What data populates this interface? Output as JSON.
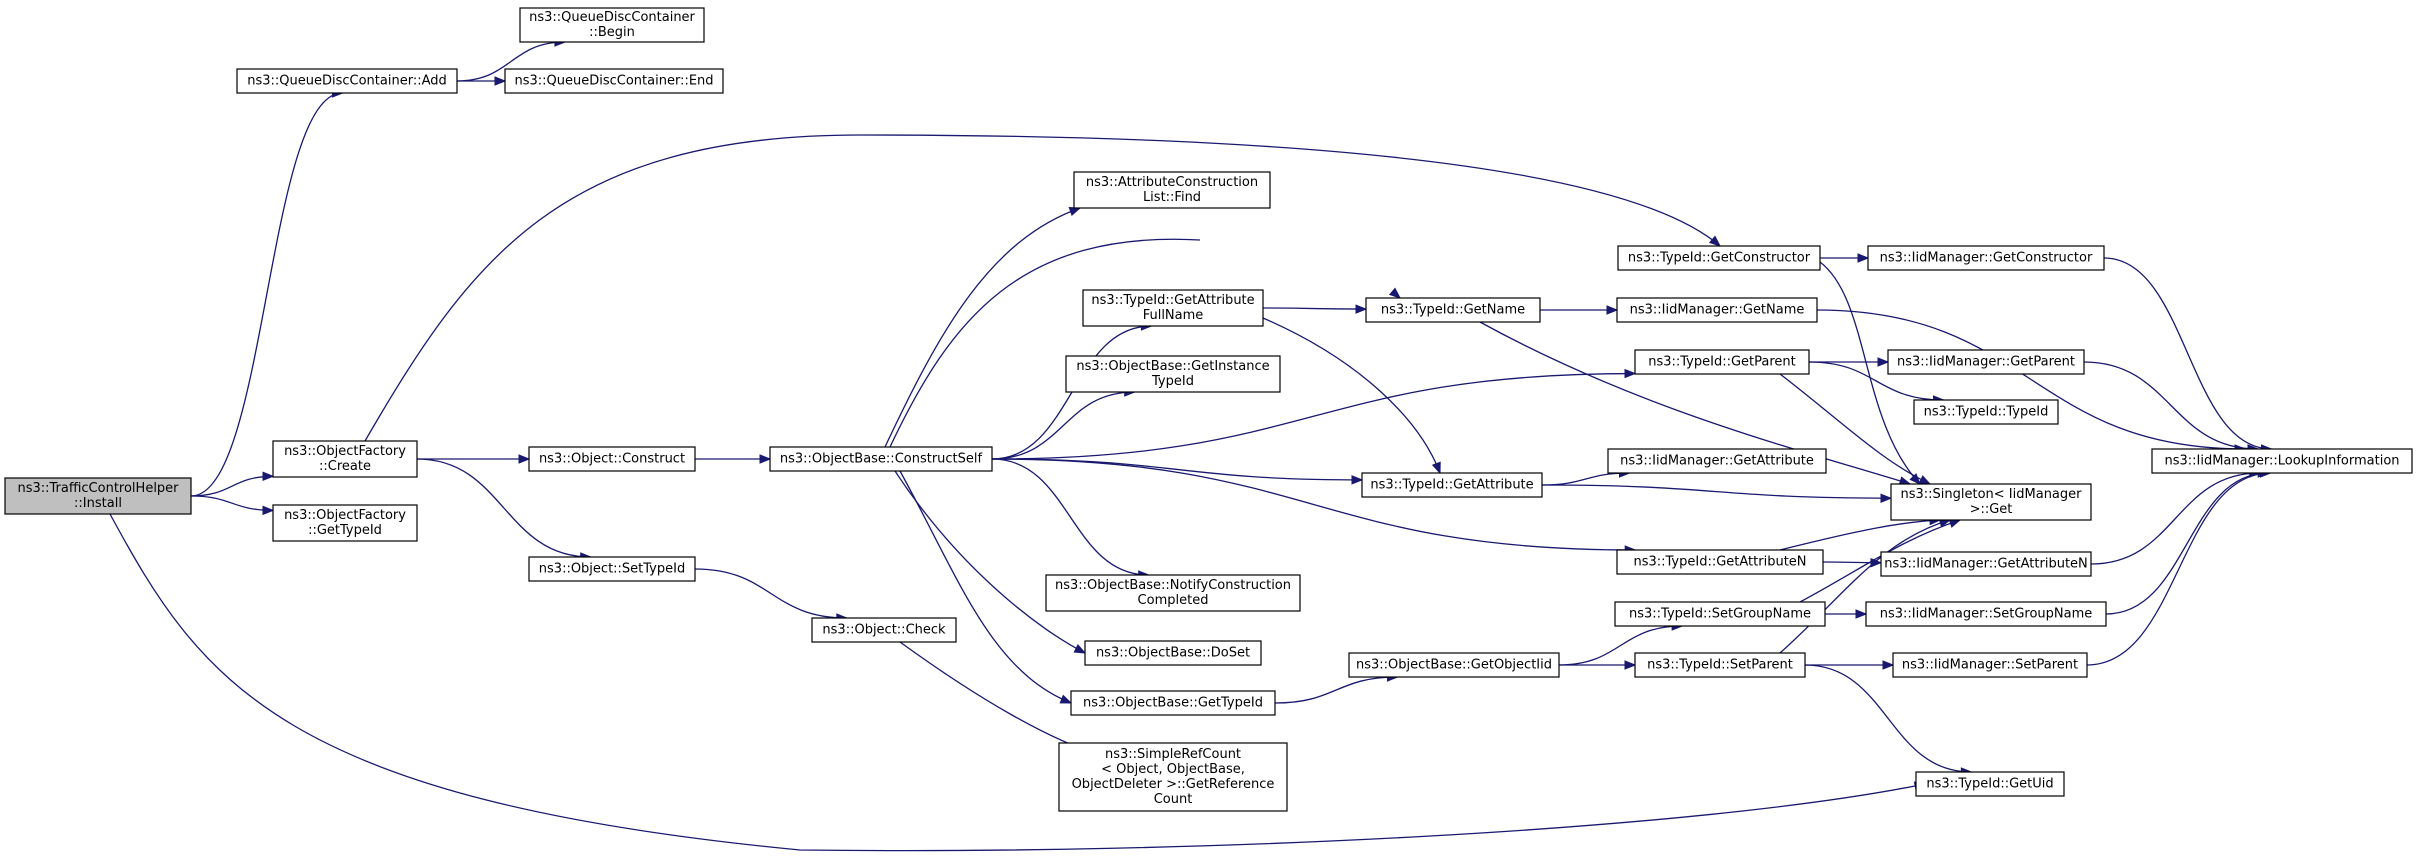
{
  "colors": {
    "edge": "#191970",
    "root_fill": "#bfbfbf",
    "node_fill": "#ffffff",
    "node_stroke": "#000000"
  },
  "nodes": [
    {
      "id": "root",
      "lines": [
        "ns3::TrafficControlHelper",
        "::Install"
      ],
      "root": true
    },
    {
      "id": "qdcAdd",
      "lines": [
        "ns3::QueueDiscContainer::Add"
      ]
    },
    {
      "id": "qdcBegin",
      "lines": [
        "ns3::QueueDiscContainer",
        "::Begin"
      ]
    },
    {
      "id": "qdcEnd",
      "lines": [
        "ns3::QueueDiscContainer::End"
      ]
    },
    {
      "id": "ofCreate",
      "lines": [
        "ns3::ObjectFactory",
        "::Create"
      ]
    },
    {
      "id": "ofGetTypeId",
      "lines": [
        "ns3::ObjectFactory",
        "::GetTypeId"
      ]
    },
    {
      "id": "objConstruct",
      "lines": [
        "ns3::Object::Construct"
      ]
    },
    {
      "id": "objSetTypeId",
      "lines": [
        "ns3::Object::SetTypeId"
      ]
    },
    {
      "id": "objCheck",
      "lines": [
        "ns3::Object::Check"
      ]
    },
    {
      "id": "obConstructSelf",
      "lines": [
        "ns3::ObjectBase::ConstructSelf"
      ]
    },
    {
      "id": "aclFind",
      "lines": [
        "ns3::AttributeConstruction",
        "List::Find"
      ]
    },
    {
      "id": "tidAttrFullName",
      "lines": [
        "ns3::TypeId::GetAttribute",
        "FullName"
      ]
    },
    {
      "id": "obGetInstanceTypeId",
      "lines": [
        "ns3::ObjectBase::GetInstance",
        "TypeId"
      ]
    },
    {
      "id": "obNotify",
      "lines": [
        "ns3::ObjectBase::NotifyConstruction",
        "Completed"
      ]
    },
    {
      "id": "obDoSet",
      "lines": [
        "ns3::ObjectBase::DoSet"
      ]
    },
    {
      "id": "obGetTypeId",
      "lines": [
        "ns3::ObjectBase::GetTypeId"
      ]
    },
    {
      "id": "srcGetRef",
      "lines": [
        "ns3::SimpleRefCount",
        "< Object, ObjectBase,",
        "ObjectDeleter >::GetReference",
        "Count"
      ]
    },
    {
      "id": "tidGetName",
      "lines": [
        "ns3::TypeId::GetName"
      ]
    },
    {
      "id": "tidGetAttribute",
      "lines": [
        "ns3::TypeId::GetAttribute"
      ]
    },
    {
      "id": "obGetObjectIid",
      "lines": [
        "ns3::ObjectBase::GetObjectIid"
      ]
    },
    {
      "id": "tidGetConstructor",
      "lines": [
        "ns3::TypeId::GetConstructor"
      ]
    },
    {
      "id": "tidGetParent",
      "lines": [
        "ns3::TypeId::GetParent"
      ]
    },
    {
      "id": "tidGetAttributeN",
      "lines": [
        "ns3::TypeId::GetAttributeN"
      ]
    },
    {
      "id": "tidSetGroupName",
      "lines": [
        "ns3::TypeId::SetGroupName"
      ]
    },
    {
      "id": "tidSetParent",
      "lines": [
        "ns3::TypeId::SetParent"
      ]
    },
    {
      "id": "iidGetConstructor",
      "lines": [
        "ns3::IidManager::GetConstructor"
      ]
    },
    {
      "id": "iidGetName",
      "lines": [
        "ns3::IidManager::GetName"
      ]
    },
    {
      "id": "iidGetParent",
      "lines": [
        "ns3::IidManager::GetParent"
      ]
    },
    {
      "id": "tidTypeId",
      "lines": [
        "ns3::TypeId::TypeId"
      ]
    },
    {
      "id": "iidGetAttribute",
      "lines": [
        "ns3::IidManager::GetAttribute"
      ]
    },
    {
      "id": "singletonGet",
      "lines": [
        "ns3::Singleton< IidManager",
        ">::Get"
      ]
    },
    {
      "id": "iidGetAttributeN",
      "lines": [
        "ns3::IidManager::GetAttributeN"
      ]
    },
    {
      "id": "iidSetGroupName",
      "lines": [
        "ns3::IidManager::SetGroupName"
      ]
    },
    {
      "id": "iidSetParent",
      "lines": [
        "ns3::IidManager::SetParent"
      ]
    },
    {
      "id": "tidGetUid",
      "lines": [
        "ns3::TypeId::GetUid"
      ]
    },
    {
      "id": "iidLookup",
      "lines": [
        "ns3::IidManager::LookupInformation"
      ]
    }
  ],
  "edges": [
    [
      "root",
      "qdcAdd"
    ],
    [
      "root",
      "ofCreate"
    ],
    [
      "root",
      "ofGetTypeId"
    ],
    [
      "root",
      "tidGetUid"
    ],
    [
      "qdcAdd",
      "qdcBegin"
    ],
    [
      "qdcAdd",
      "qdcEnd"
    ],
    [
      "ofCreate",
      "tidGetConstructor"
    ],
    [
      "ofCreate",
      "objConstruct"
    ],
    [
      "ofCreate",
      "objSetTypeId"
    ],
    [
      "objConstruct",
      "obConstructSelf"
    ],
    [
      "objSetTypeId",
      "objCheck"
    ],
    [
      "objCheck",
      "srcGetRef"
    ],
    [
      "obConstructSelf",
      "aclFind"
    ],
    [
      "obConstructSelf",
      "tidGetName"
    ],
    [
      "obConstructSelf",
      "tidAttrFullName"
    ],
    [
      "obConstructSelf",
      "obGetInstanceTypeId"
    ],
    [
      "obConstructSelf",
      "tidGetParent"
    ],
    [
      "obConstructSelf",
      "tidGetAttribute"
    ],
    [
      "obConstructSelf",
      "tidGetAttributeN"
    ],
    [
      "obConstructSelf",
      "obNotify"
    ],
    [
      "obConstructSelf",
      "obDoSet"
    ],
    [
      "obConstructSelf",
      "obGetTypeId"
    ],
    [
      "tidAttrFullName",
      "tidGetName"
    ],
    [
      "tidAttrFullName",
      "tidGetAttribute"
    ],
    [
      "obGetTypeId",
      "obGetObjectIid"
    ],
    [
      "obGetObjectIid",
      "tidSetGroupName"
    ],
    [
      "obGetObjectIid",
      "tidSetParent"
    ],
    [
      "tidGetConstructor",
      "iidGetConstructor"
    ],
    [
      "tidGetConstructor",
      "singletonGet"
    ],
    [
      "tidGetName",
      "iidGetName"
    ],
    [
      "tidGetName",
      "singletonGet"
    ],
    [
      "tidGetParent",
      "iidGetParent"
    ],
    [
      "tidGetParent",
      "tidTypeId"
    ],
    [
      "tidGetParent",
      "singletonGet"
    ],
    [
      "tidGetAttribute",
      "iidGetAttribute"
    ],
    [
      "tidGetAttribute",
      "singletonGet"
    ],
    [
      "tidGetAttributeN",
      "singletonGet"
    ],
    [
      "tidGetAttributeN",
      "iidGetAttributeN"
    ],
    [
      "tidSetGroupName",
      "singletonGet"
    ],
    [
      "tidSetGroupName",
      "iidSetGroupName"
    ],
    [
      "tidSetParent",
      "singletonGet"
    ],
    [
      "tidSetParent",
      "iidSetParent"
    ],
    [
      "tidSetParent",
      "tidGetUid"
    ],
    [
      "iidGetConstructor",
      "iidLookup"
    ],
    [
      "iidGetName",
      "iidLookup"
    ],
    [
      "iidGetParent",
      "iidLookup"
    ],
    [
      "iidGetAttributeN",
      "iidLookup"
    ],
    [
      "iidSetGroupName",
      "iidLookup"
    ],
    [
      "iidSetParent",
      "iidLookup"
    ]
  ]
}
